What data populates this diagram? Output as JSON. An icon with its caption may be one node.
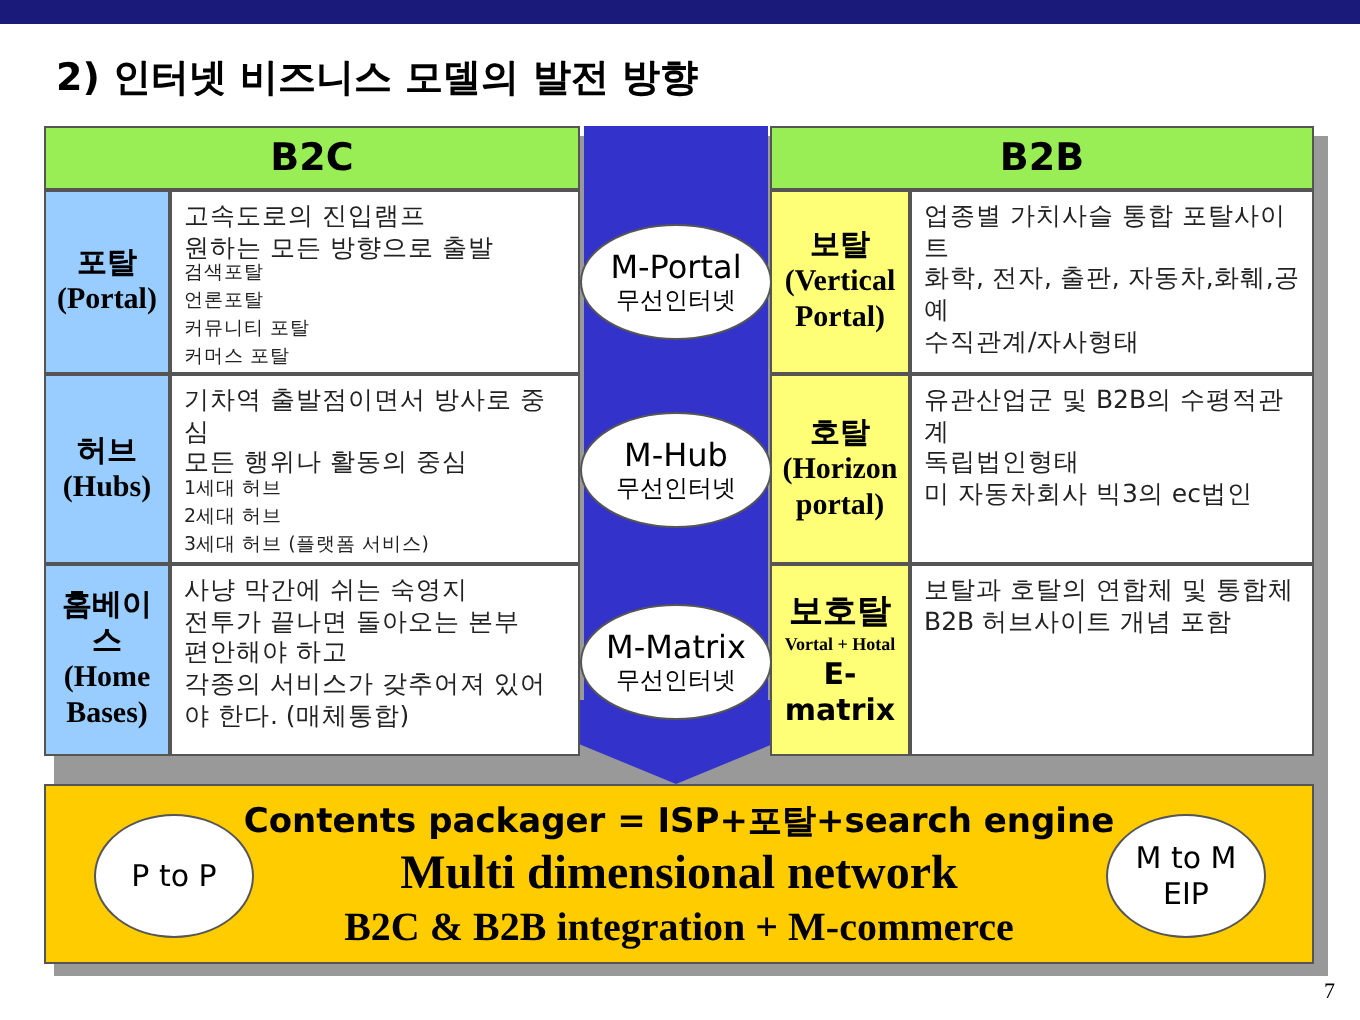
{
  "diagram": {
    "title": "2) 인터넷 비즈니스 모델의 발전 방향",
    "nodes": [
      {
        "text": [
          "B2C"
        ]
      },
      {
        "text": [
          "B2B"
        ]
      },
      {
        "text": [
          "포탈 (Portal)"
        ]
      },
      {
        "text": [
          "고속도로의 진입램프",
          "원하는 모든 방향으로 출발",
          "검색포탈",
          "언론포탈",
          "커뮤니티 포탈",
          "커머스 포탈"
        ]
      },
      {
        "text": [
          "M-Portal",
          "무선인터넷"
        ]
      },
      {
        "text": [
          "보탈 (Vertical Portal)"
        ]
      },
      {
        "text": [
          "업종별 가치사슬 통합 포탈사이트",
          "화학, 전자, 출판, 자동차,화훼,공예",
          "수직관계/자사형태"
        ]
      },
      {
        "text": [
          "허브 (Hubs)"
        ]
      },
      {
        "text": [
          "기차역 출발점이면서 방사로 중심",
          "모든 행위나 활동의 중심",
          "1세대 허브",
          "2세대 허브",
          "3세대 허브 (플랫폼 서비스)"
        ]
      },
      {
        "text": [
          "M-Hub",
          "무선인터넷"
        ]
      },
      {
        "text": [
          "호탈 (Horizon portal)"
        ]
      },
      {
        "text": [
          "유관산업군 및 B2B의 수평적관계",
          "독립법인형태",
          "미 자동차회사 빅3의 ec법인"
        ]
      },
      {
        "text": [
          "홈베이스 (Home Bases)"
        ]
      },
      {
        "text": [
          "사냥 막간에 쉬는 숙영지",
          "전투가 끝나면 돌아오는 본부",
          "편안해야 하고",
          "각종의 서비스가 갖추어져 있어야 한다. (매체통합)"
        ]
      },
      {
        "text": [
          "M-Matrix",
          "무선인터넷"
        ]
      },
      {
        "text": [
          "보호탈",
          "Vortal + Hotal",
          "E-matrix"
        ]
      },
      {
        "text": [
          "보탈과 호탈의 연합체 및 통합체",
          "B2B 허브사이트 개념 포함"
        ]
      },
      {
        "text": [
          "Contents packager = ISP+포탈+search engine",
          "Multi dimensional network",
          "B2C & B2B integration + M-commerce"
        ]
      },
      {
        "text": [
          "P to P"
        ],
        "in": 17
      },
      {
        "text": [
          "M to M EIP"
        ],
        "in": 17
      }
    ],
    "edges": [
      {
        "from": null,
        "to": 17,
        "arrow": "to",
        "color": "#3333cc"
      }
    ],
    "labels": [
      "7"
    ]
  }
}
